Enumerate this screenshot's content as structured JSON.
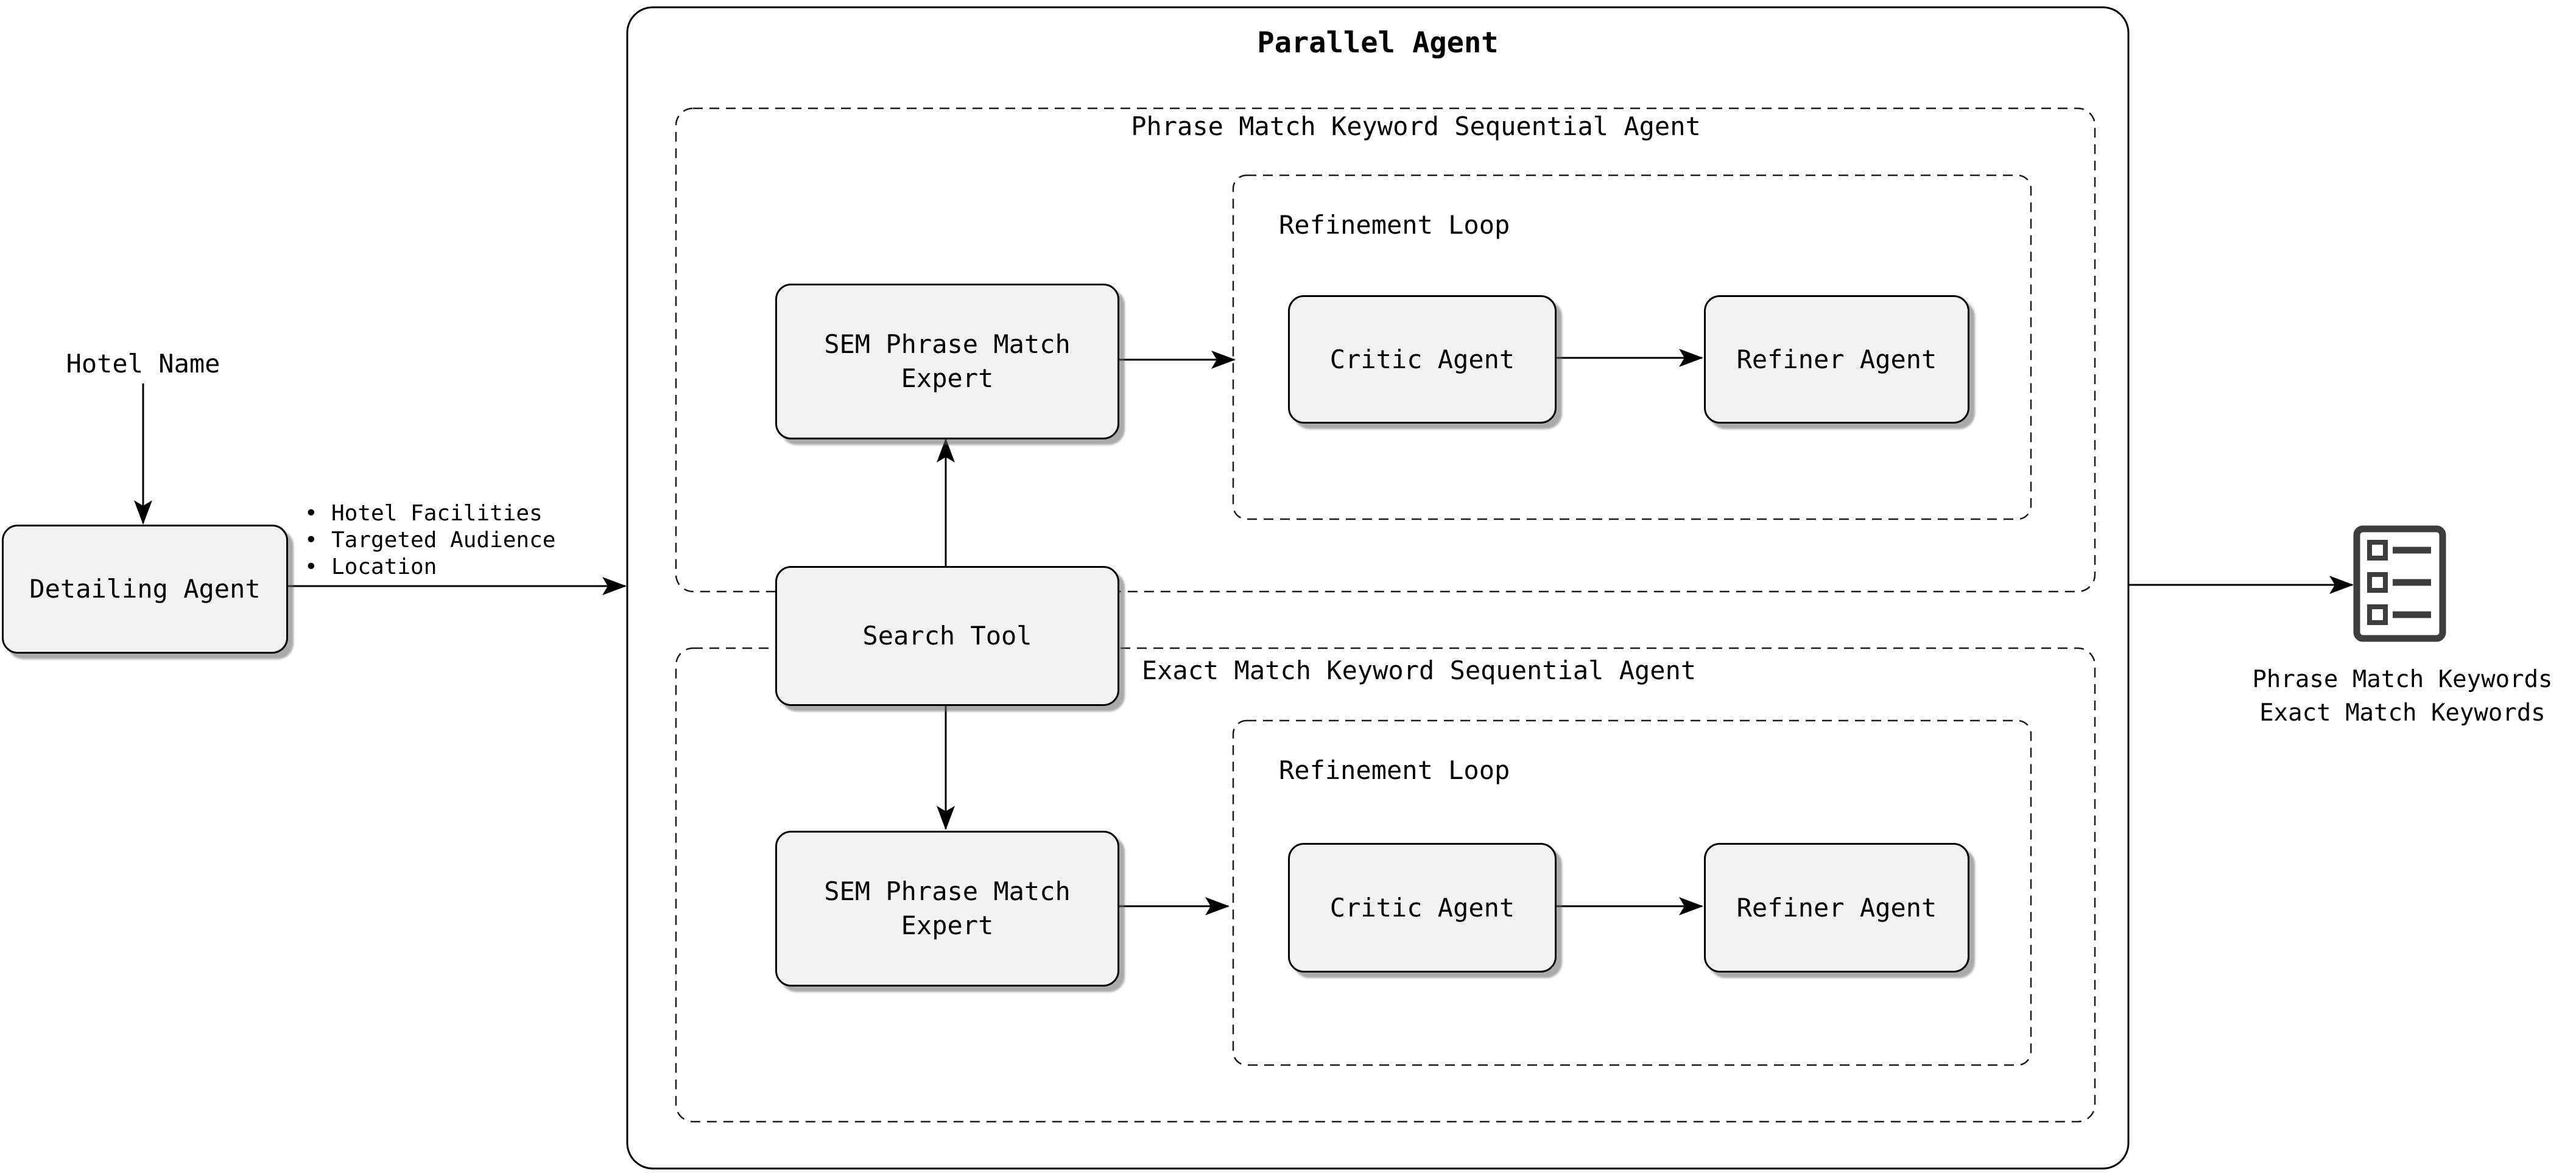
{
  "colors": {
    "background": "#ffffff",
    "node_fill": "#f2f2f2",
    "node_border": "#000000",
    "node_shadow": "#646464",
    "dashed_border": "#1a1a1a",
    "icon": "#3d3d3d"
  },
  "input": {
    "label": "Hotel Name"
  },
  "detailing_agent": {
    "label": "Detailing Agent"
  },
  "edge_annotations": {
    "items": [
      "Hotel Facilities",
      "Targeted Audience",
      "Location"
    ],
    "bullet": "•"
  },
  "parallel_agent": {
    "title": "Parallel Agent"
  },
  "search_tool": {
    "label": "Search Tool"
  },
  "phrase_section": {
    "title": "Phrase Match Keyword Sequential Agent",
    "sem_expert": {
      "line1": "SEM Phrase Match",
      "line2": "Expert"
    },
    "refinement": {
      "title": "Refinement Loop",
      "critic": "Critic Agent",
      "refiner": "Refiner Agent"
    }
  },
  "exact_section": {
    "title": "Exact Match Keyword Sequential Agent",
    "sem_expert": {
      "line1": "SEM Phrase Match",
      "line2": "Expert"
    },
    "refinement": {
      "title": "Refinement Loop",
      "critic": "Critic Agent",
      "refiner": "Refiner Agent"
    }
  },
  "output": {
    "lines": [
      "Phrase Match Keywords",
      "Exact Match Keywords"
    ]
  }
}
